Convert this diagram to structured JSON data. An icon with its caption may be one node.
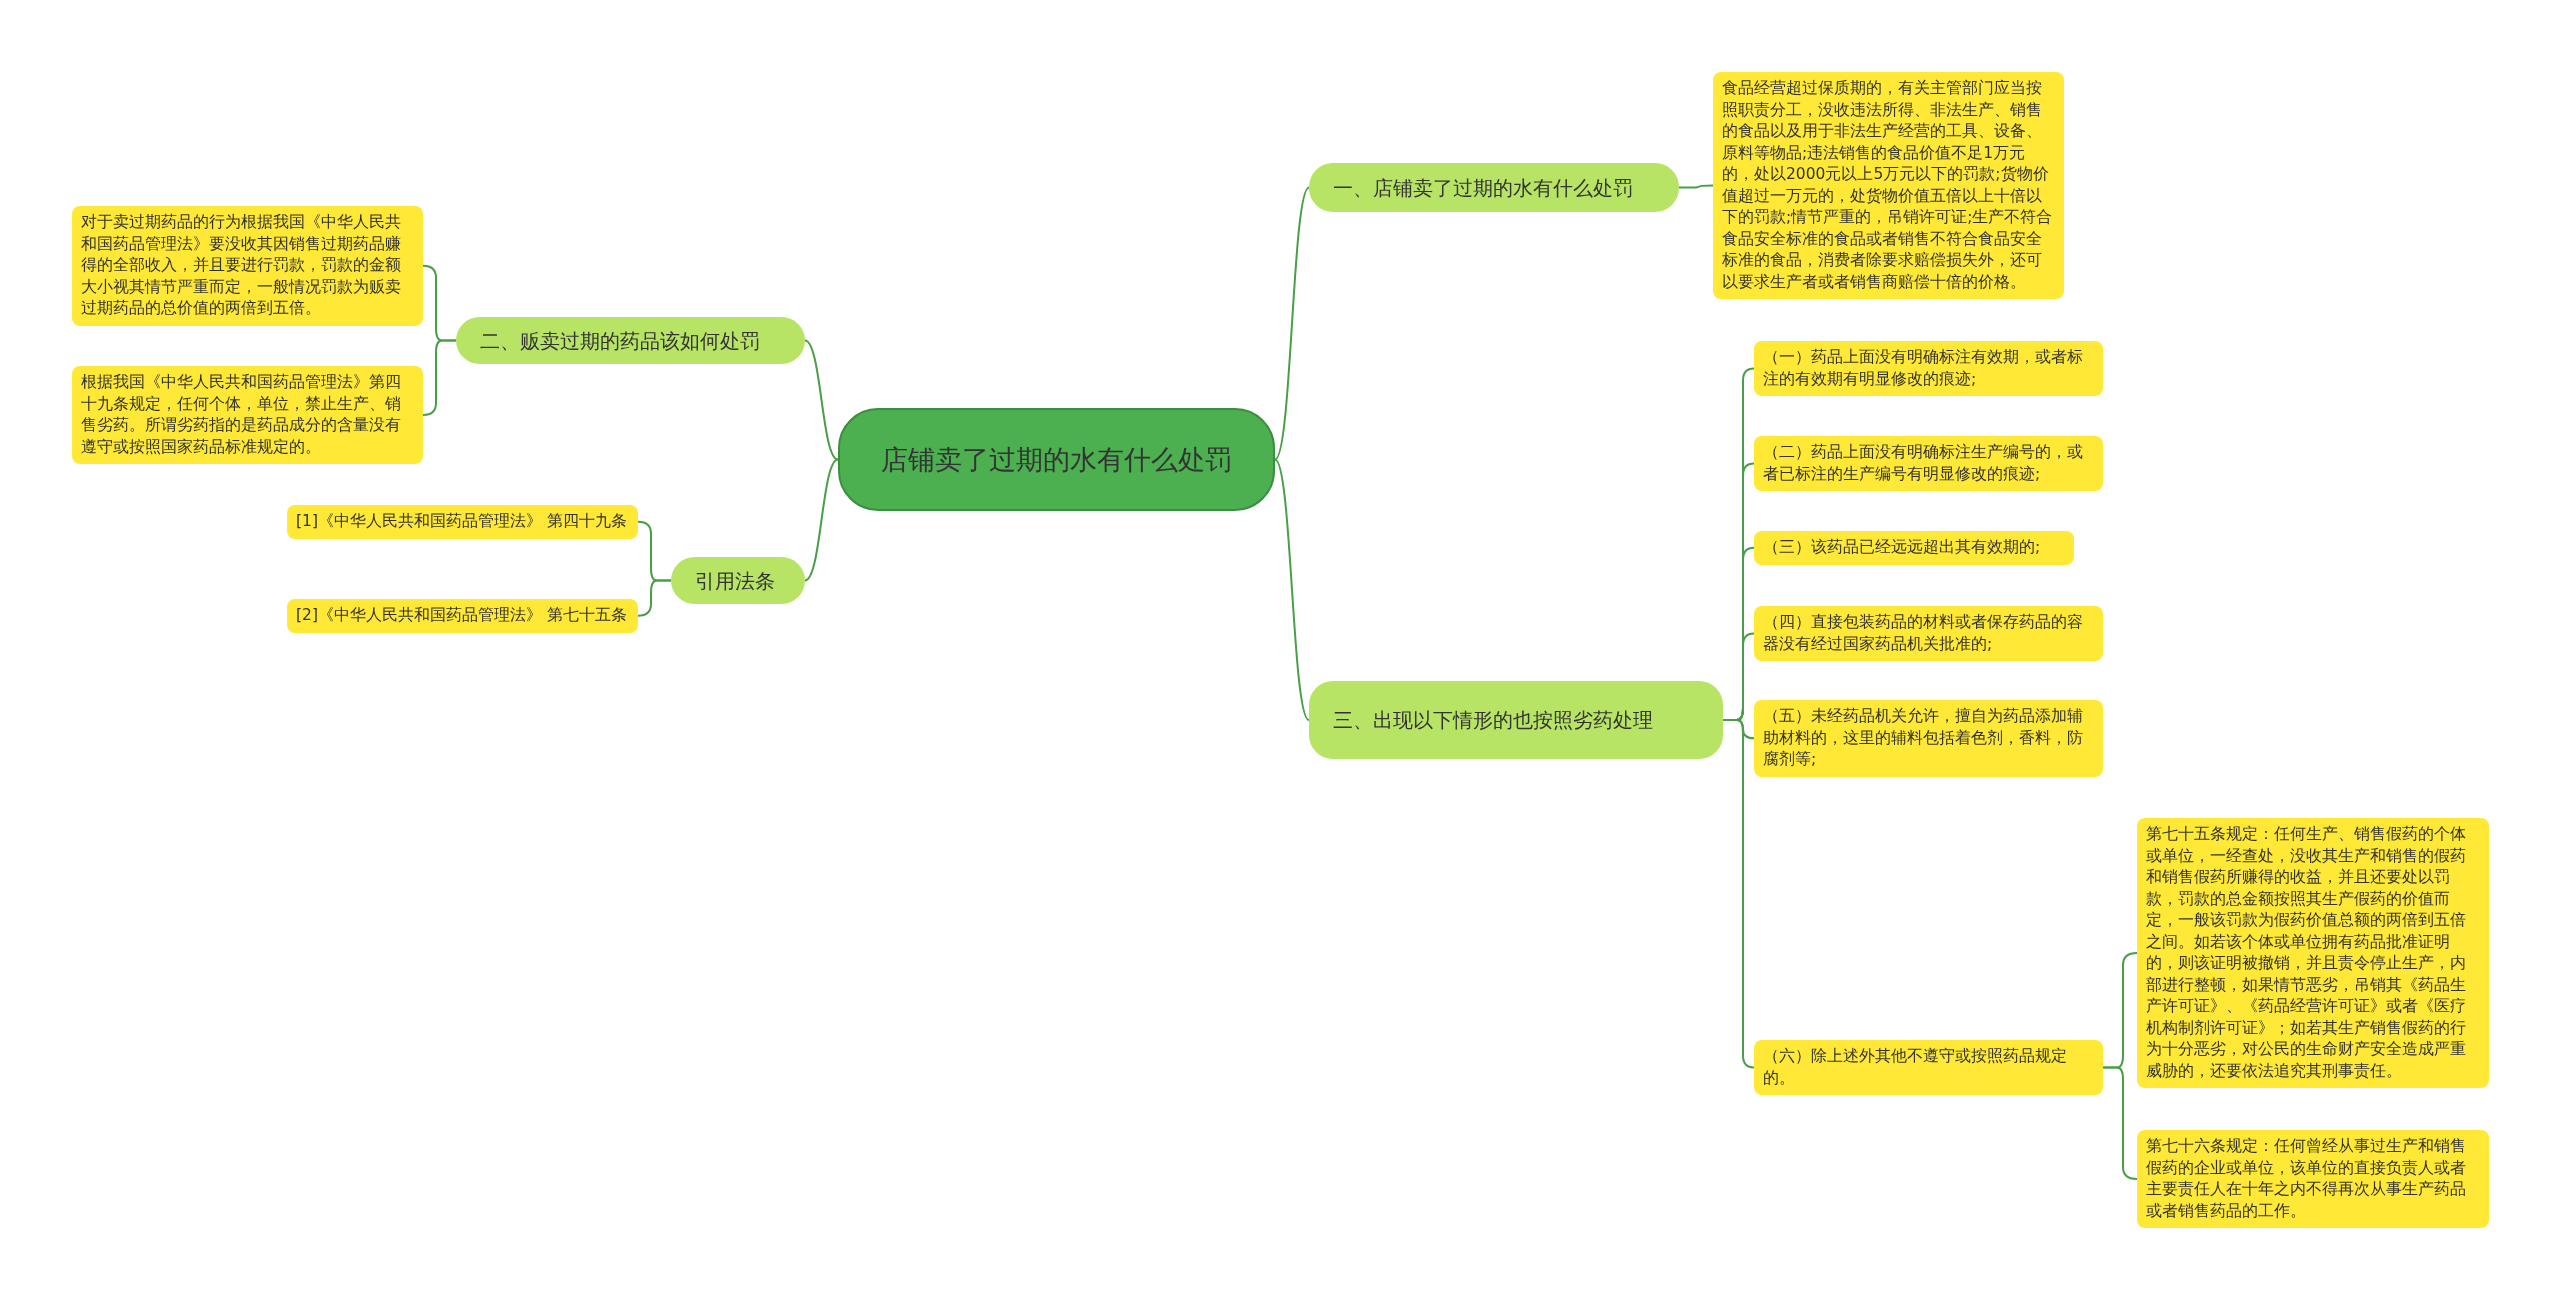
{
  "diagram": {
    "nodes": [
      {
        "text": [
          "店铺卖了过期的水有什么处罚"
        ]
      },
      {
        "text": [
          "一、店铺卖了过期的水有什么处罚"
        ]
      },
      {
        "text": [
          "食品经营超过保质期的，有关主管部门应当按照职责分工，没收违法所得、非法生产、销售的食品以及用于非法生产经营的工具、设备、原料等物品;违法销售的食品价值不足1万元的，处以2000元以上5万元以下的罚款;货物价值超过一万元的，处货物价值五倍以上十倍以下的罚款;情节严重的，吊销许可证;生产不符合食品安全标准的食品或者销售不符合食品安全标准的食品，消费者除要求赔偿损失外，还可以要求生产者或者销售商赔偿十倍的价格。"
        ]
      },
      {
        "text": [
          "二、贩卖过期的药品该如何处罚"
        ]
      },
      {
        "text": [
          "对于卖过期药品的行为根据我国《中华人民共和国药品管理法》要没收其因销售过期药品赚得的全部收入，并且要进行罚款，罚款的金额大小视其情节严重而定，一般情况罚款为贩卖过期药品的总价值的两倍到五倍。"
        ]
      },
      {
        "text": [
          "根据我国《中华人民共和国药品管理法》第四十九条规定，任何个体，单位，禁止生产、销售劣药。所谓劣药指的是药品成分的含量没有遵守或按照国家药品标准规定的。"
        ]
      },
      {
        "text": [
          "引用法条"
        ]
      },
      {
        "text": [
          "[1]《中华人民共和国药品管理法》 第四十九条"
        ]
      },
      {
        "text": [
          "[2]《中华人民共和国药品管理法》 第七十五条"
        ]
      },
      {
        "text": [
          "三、出现以下情形的也按照劣药处理"
        ]
      },
      {
        "text": [
          "（一）药品上面没有明确标注有效期，或者标注的有效期有明显修改的痕迹;"
        ]
      },
      {
        "text": [
          "（二）药品上面没有明确标注生产编号的，或者已标注的生产编号有明显修改的痕迹;"
        ]
      },
      {
        "text": [
          "（三）该药品已经远远超出其有效期的;"
        ]
      },
      {
        "text": [
          "（四）直接包装药品的材料或者保存药品的容器没有经过国家药品机关批准的;"
        ]
      },
      {
        "text": [
          "（五）未经药品机关允许，擅自为药品添加辅助材料的，这里的辅料包括着色剂，香料，防腐剂等;"
        ]
      },
      {
        "text": [
          "（六）除上述外其他不遵守或按照药品规定的。"
        ]
      },
      {
        "text": [
          "第七十五条规定：任何生产、销售假药的个体或单位，一经查处，没收其生产和销售的假药和销售假药所赚得的收益，并且还要处以罚款，罚款的总金额按照其生产假药的价值而定，一般该罚款为假药价值总额的两倍到五倍之间。如若该个体或单位拥有药品批准证明的，则该证明被撤销，并且责令停止生产，内部进行整顿，如果情节恶劣，吊销其《药品生产许可证》、《药品经营许可证》或者《医疗机构制剂许可证》；如若其生产销售假药的行为十分恶劣，对公民的生命财产安全造成严重威胁的，还要依法追究其刑事责任。"
        ]
      },
      {
        "text": [
          "第七十六条规定：任何曾经从事过生产和销售假药的企业或单位，该单位的直接负责人或者主要责任人在十年之内不得再次从事生产药品或者销售药品的工作。"
        ]
      }
    ],
    "edges": [
      {
        "from": 0,
        "to": 1,
        "arrow": "none"
      },
      {
        "from": 1,
        "to": 2,
        "arrow": "none"
      },
      {
        "from": 0,
        "to": 3,
        "arrow": "none"
      },
      {
        "from": 3,
        "to": 4,
        "arrow": "none"
      },
      {
        "from": 3,
        "to": 5,
        "arrow": "none"
      },
      {
        "from": 0,
        "to": 6,
        "arrow": "none"
      },
      {
        "from": 6,
        "to": 7,
        "arrow": "none"
      },
      {
        "from": 6,
        "to": 8,
        "arrow": "none"
      },
      {
        "from": 0,
        "to": 9,
        "arrow": "none"
      },
      {
        "from": 9,
        "to": 10,
        "arrow": "none"
      },
      {
        "from": 9,
        "to": 11,
        "arrow": "none"
      },
      {
        "from": 9,
        "to": 12,
        "arrow": "none"
      },
      {
        "from": 9,
        "to": 13,
        "arrow": "none"
      },
      {
        "from": 9,
        "to": 14,
        "arrow": "none"
      },
      {
        "from": 9,
        "to": 15,
        "arrow": "none"
      },
      {
        "from": 15,
        "to": 16,
        "arrow": "none"
      },
      {
        "from": 15,
        "to": 17,
        "arrow": "none"
      }
    ]
  }
}
